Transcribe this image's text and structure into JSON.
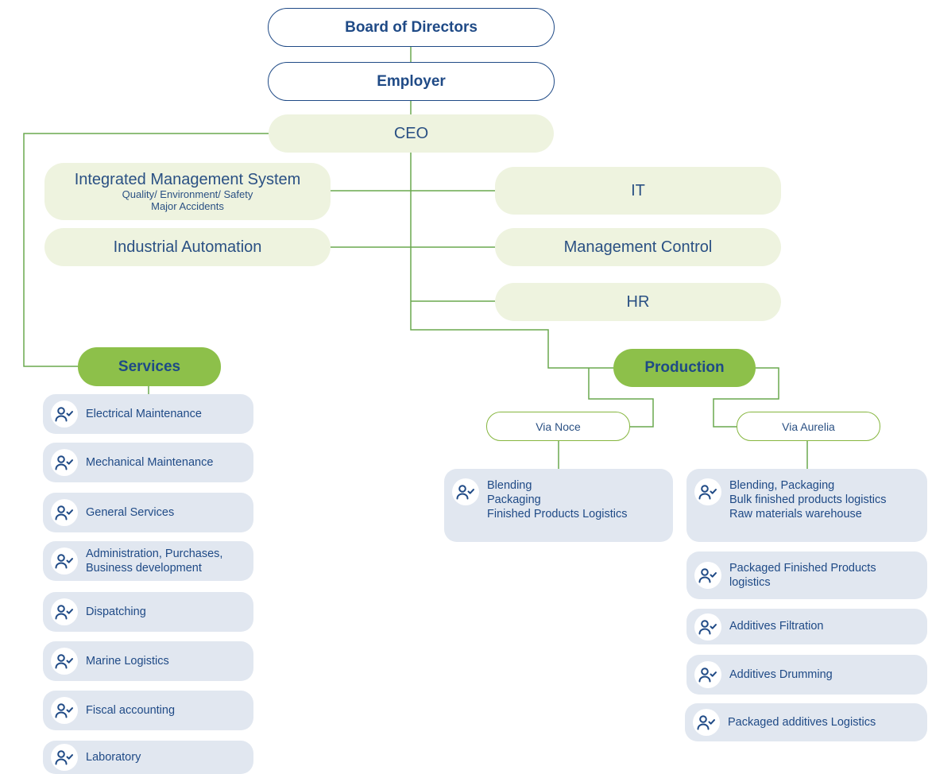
{
  "colors": {
    "navy": "#1f4a86",
    "connector": "#6aa84f",
    "light_green": "#eef3df",
    "department_green": "#8dc04a",
    "unit_gray": "#e1e7f0"
  },
  "top": {
    "board": "Board of Directors",
    "employer": "Employer",
    "ceo": "CEO"
  },
  "staff": {
    "ims_title": "Integrated Management System",
    "ims_sub1": "Quality/ Environment/ Safety",
    "ims_sub2": "Major Accidents",
    "automation": "Industrial Automation",
    "it": "IT",
    "management_control": "Management Control",
    "hr": "HR"
  },
  "services": {
    "label": "Services",
    "units": [
      {
        "lines": [
          "Electrical Maintenance"
        ]
      },
      {
        "lines": [
          "Mechanical Maintenance"
        ]
      },
      {
        "lines": [
          "General Services"
        ]
      },
      {
        "lines": [
          "Administration, Purchases,",
          "Business development"
        ]
      },
      {
        "lines": [
          "Dispatching"
        ]
      },
      {
        "lines": [
          "Marine Logistics"
        ]
      },
      {
        "lines": [
          "Fiscal accounting"
        ]
      },
      {
        "lines": [
          "Laboratory"
        ]
      }
    ]
  },
  "production": {
    "label": "Production",
    "via_noce": {
      "label": "Via Noce",
      "unit_lines": [
        "Blending",
        "Packaging",
        "Finished Products Logistics"
      ]
    },
    "via_aurelia": {
      "label": "Via Aurelia",
      "units": [
        {
          "lines": [
            "Blending, Packaging",
            "Bulk finished products logistics",
            "Raw materials warehouse"
          ]
        },
        {
          "lines": [
            "Packaged  Finished Products",
            "logistics"
          ]
        },
        {
          "lines": [
            "Additives Filtration"
          ]
        },
        {
          "lines": [
            "Additives Drumming"
          ]
        },
        {
          "lines": [
            "Packaged additives Logistics"
          ]
        }
      ]
    }
  },
  "icons": {
    "unit": "user-check-icon"
  }
}
